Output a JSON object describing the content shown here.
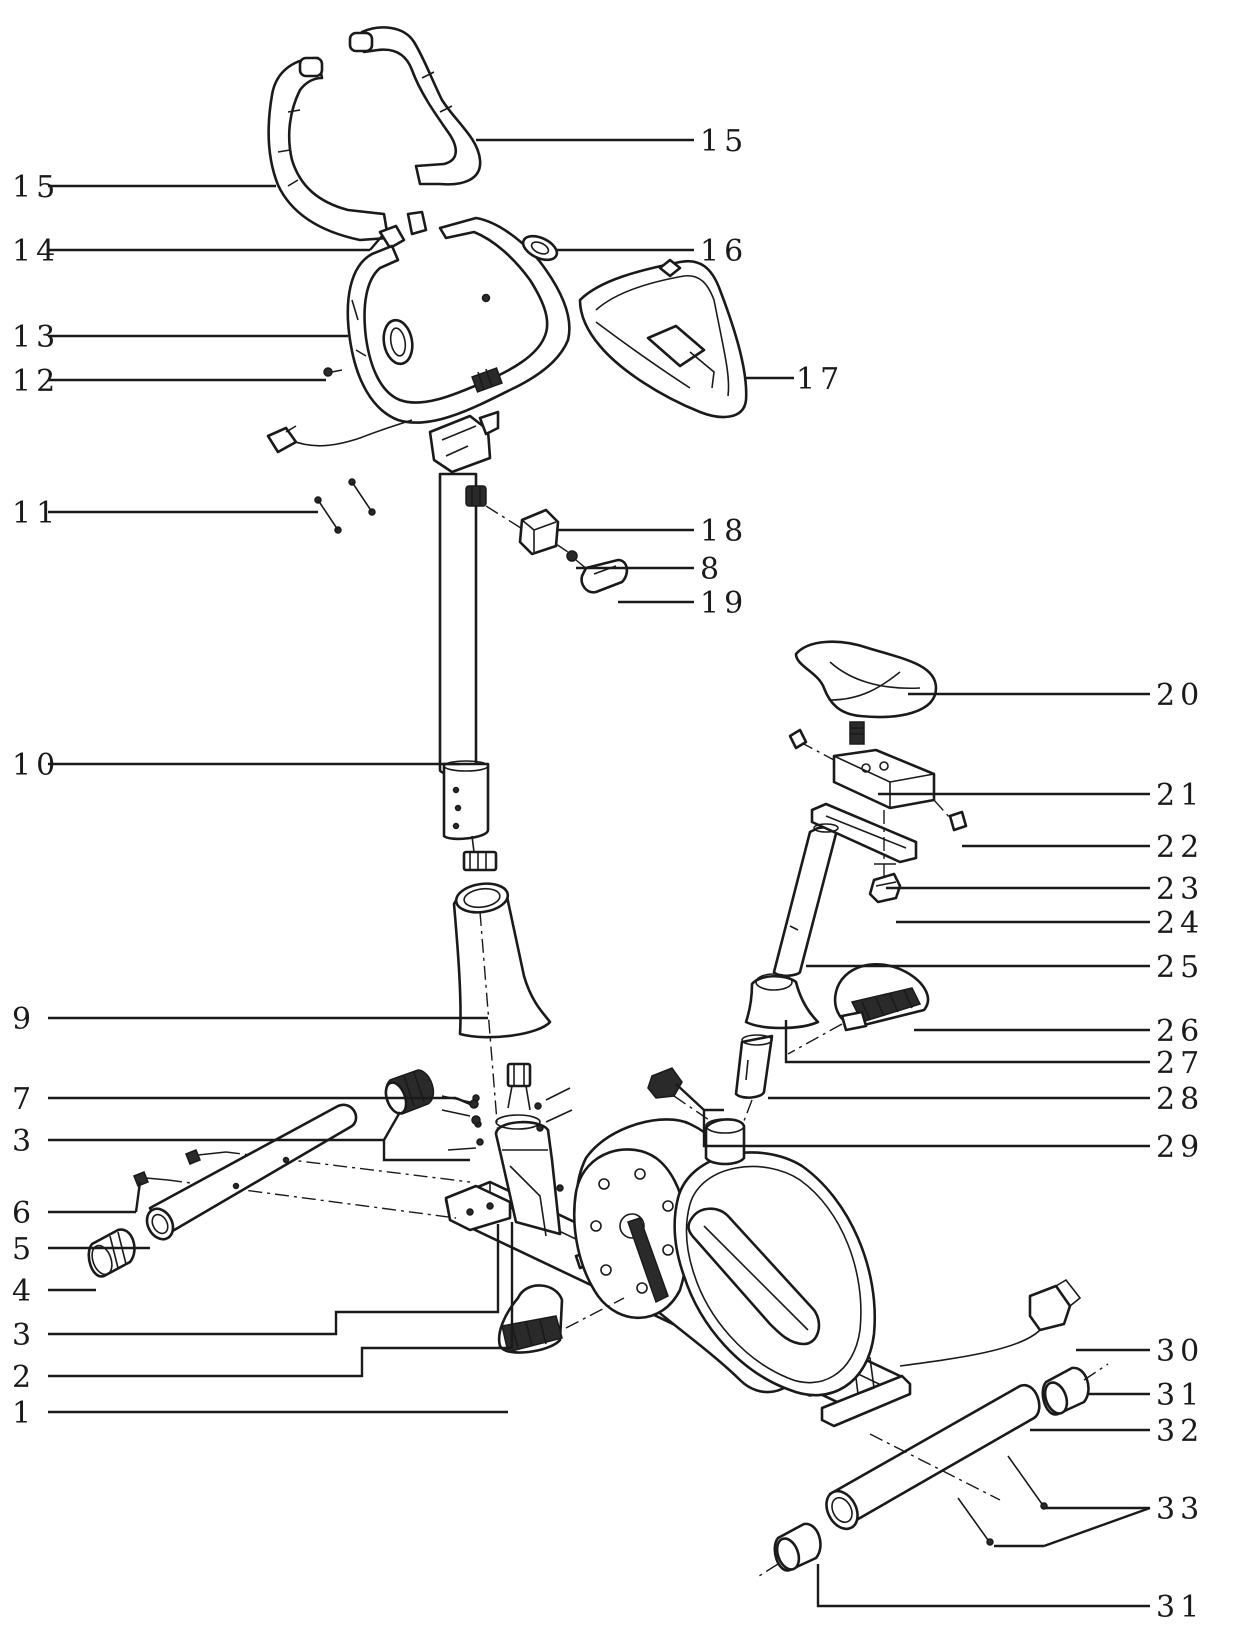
{
  "labels": {
    "l1": "1",
    "l2": "2",
    "l3a": "3",
    "l3b": "3",
    "l4": "4",
    "l5": "5",
    "l6": "6",
    "l7": "7",
    "l8": "8",
    "l9": "9",
    "l10": "10",
    "l11": "11",
    "l12": "12",
    "l13": "13",
    "l14": "14",
    "l15a": "15",
    "l15b": "15",
    "l16": "16",
    "l17": "17",
    "l18": "18",
    "l19": "19",
    "l20": "20",
    "l21": "21",
    "l22": "22",
    "l23": "23",
    "l24": "24",
    "l25": "25",
    "l26": "26",
    "l27": "27",
    "l28": "28",
    "l29": "29",
    "l30": "30",
    "l31a": "31",
    "l32": "32",
    "l33": "33",
    "l31b": "31"
  }
}
